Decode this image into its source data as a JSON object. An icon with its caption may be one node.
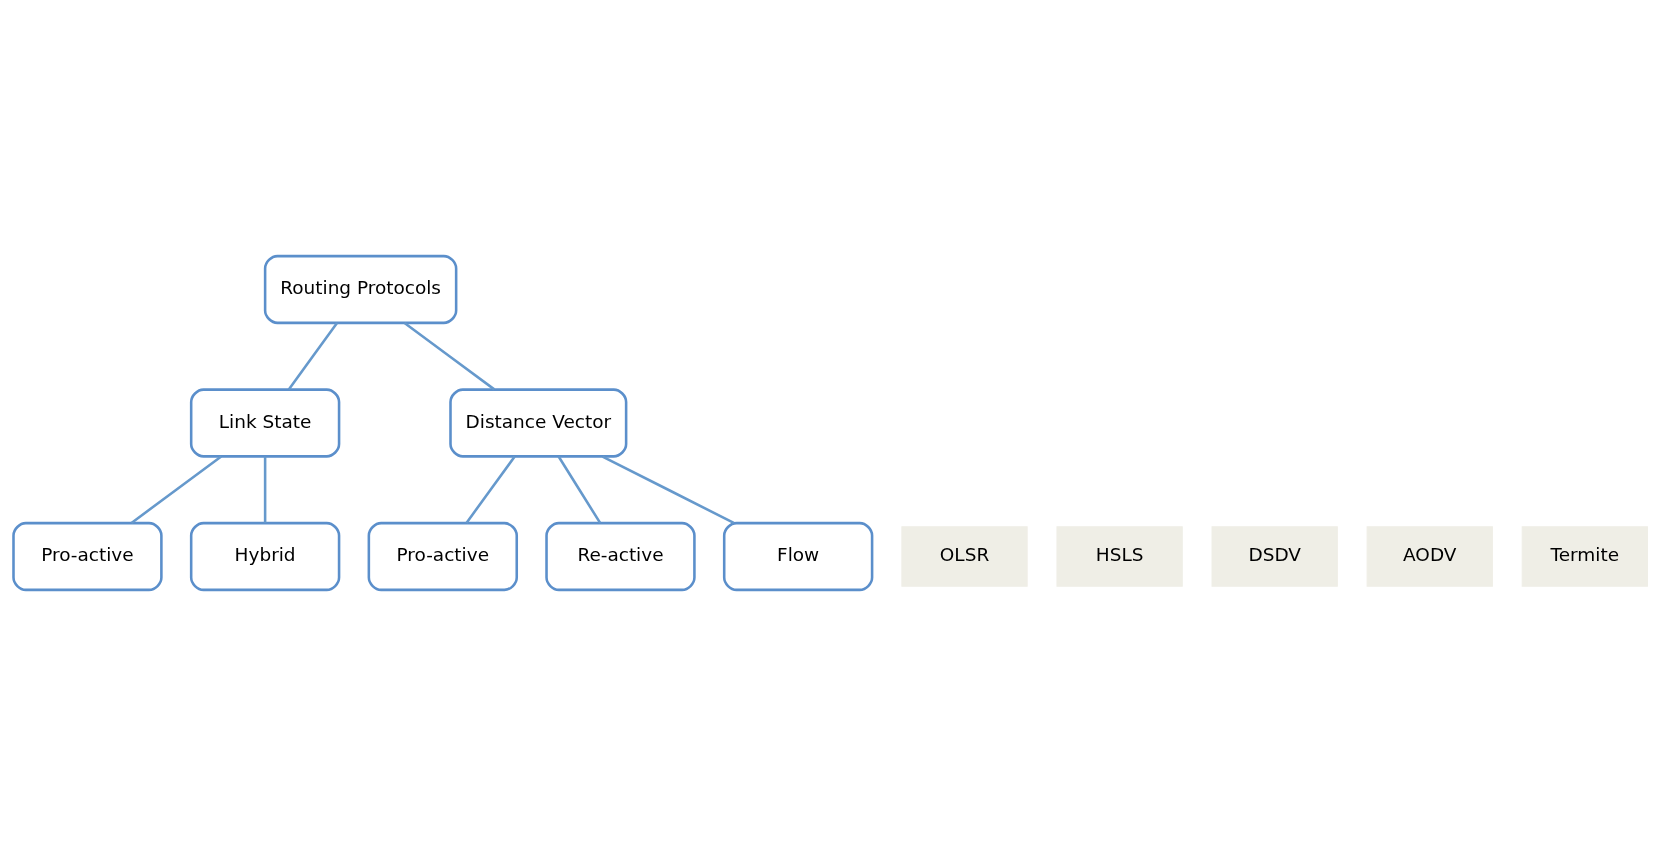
{
  "diagram": {
    "nodes": [
      {
        "text": [
          "Routing Protocols"
        ]
      },
      {
        "text": [
          "Link State"
        ]
      },
      {
        "text": [
          "Distance Vector"
        ]
      },
      {
        "text": [
          "Pro-active"
        ]
      },
      {
        "text": [
          "Hybrid"
        ]
      },
      {
        "text": [
          "Pro-active"
        ]
      },
      {
        "text": [
          "Re-active"
        ]
      },
      {
        "text": [
          "Flow"
        ]
      },
      {
        "text": [
          "OLSR"
        ]
      },
      {
        "text": [
          "HSLS"
        ]
      },
      {
        "text": [
          "DSDV"
        ]
      },
      {
        "text": [
          "AODV"
        ]
      },
      {
        "text": [
          "Termite"
        ]
      }
    ],
    "edges": [
      {
        "from": 0,
        "to": 1,
        "arrow": "none"
      },
      {
        "from": 0,
        "to": 2,
        "arrow": "none"
      },
      {
        "from": 1,
        "to": 3,
        "arrow": "none"
      },
      {
        "from": 1,
        "to": 4,
        "arrow": "none"
      },
      {
        "from": 2,
        "to": 5,
        "arrow": "none"
      },
      {
        "from": 2,
        "to": 6,
        "arrow": "none"
      },
      {
        "from": 2,
        "to": 7,
        "arrow": "none"
      }
    ]
  }
}
